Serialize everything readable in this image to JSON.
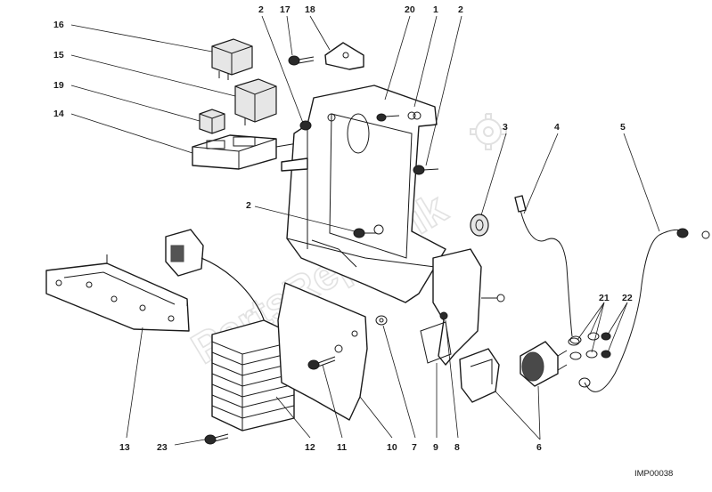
{
  "diagram": {
    "image_code": "IMP00038",
    "watermark_text": "PartsRepublik",
    "callouts": [
      "16",
      "15",
      "19",
      "14",
      "2",
      "17",
      "18",
      "20",
      "1",
      "2",
      "3",
      "4",
      "5",
      "2",
      "21",
      "22",
      "13",
      "23",
      "12",
      "11",
      "10",
      "7",
      "9",
      "8",
      "6"
    ]
  }
}
